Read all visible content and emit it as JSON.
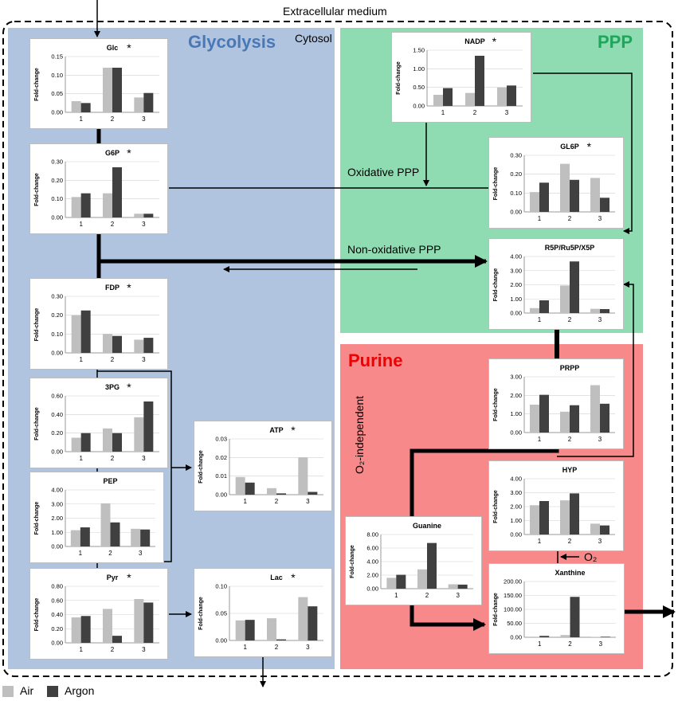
{
  "labels": {
    "extracellular": "Extracellular medium",
    "cytosol": "Cytosol",
    "glycolysis": "Glycolysis",
    "ppp": "PPP",
    "purine": "Purine",
    "oxidative_ppp": "Oxidative PPP",
    "non_oxidative_ppp": "Non-oxidative PPP",
    "o2_independent": "O₂-independent",
    "o2": "O₂"
  },
  "colors": {
    "glycolysis_bg": "#b0c4df",
    "ppp_bg": "#8fdcb2",
    "purine_bg": "#f7898b",
    "glycolysis_title": "#4a78b7",
    "ppp_title": "#1fa55c",
    "purine_title": "#f00000",
    "air": "#bfbfbf",
    "argon": "#404040"
  },
  "legend": [
    {
      "name": "Air",
      "color": "#bfbfbf"
    },
    {
      "name": "Argon",
      "color": "#404040"
    }
  ],
  "chart_data": [
    {
      "id": "glc",
      "type": "bar",
      "title": "Glc",
      "star": "*",
      "ylabel": "Fold-change",
      "categories": [
        "1",
        "2",
        "3"
      ],
      "ylim": [
        0,
        0.15
      ],
      "yticks": [
        "0.00",
        "0.05",
        "0.10",
        "0.15"
      ],
      "series": [
        {
          "name": "Air",
          "values": [
            0.03,
            0.12,
            0.04
          ]
        },
        {
          "name": "Argon",
          "values": [
            0.025,
            0.12,
            0.052
          ]
        }
      ]
    },
    {
      "id": "g6p",
      "type": "bar",
      "title": "G6P",
      "star": "*",
      "ylabel": "Fold-change",
      "categories": [
        "1",
        "2",
        "3"
      ],
      "ylim": [
        0,
        0.3
      ],
      "yticks": [
        "0.00",
        "0.10",
        "0.20",
        "0.30"
      ],
      "series": [
        {
          "name": "Air",
          "values": [
            0.11,
            0.13,
            0.02
          ]
        },
        {
          "name": "Argon",
          "values": [
            0.13,
            0.27,
            0.02
          ]
        }
      ]
    },
    {
      "id": "fdp",
      "type": "bar",
      "title": "FDP",
      "star": "*",
      "ylabel": "Fold-change",
      "categories": [
        "1",
        "2",
        "3"
      ],
      "ylim": [
        0,
        0.3
      ],
      "yticks": [
        "0.00",
        "0.10",
        "0.20",
        "0.30"
      ],
      "series": [
        {
          "name": "Air",
          "values": [
            0.2,
            0.1,
            0.07
          ]
        },
        {
          "name": "Argon",
          "values": [
            0.225,
            0.09,
            0.08
          ]
        }
      ]
    },
    {
      "id": "3pg",
      "type": "bar",
      "title": "3PG",
      "star": "*",
      "ylabel": "Fold-change",
      "categories": [
        "1",
        "2",
        "3"
      ],
      "ylim": [
        0,
        0.6
      ],
      "yticks": [
        "0.00",
        "0.20",
        "0.40",
        "0.60"
      ],
      "series": [
        {
          "name": "Air",
          "values": [
            0.15,
            0.25,
            0.37
          ]
        },
        {
          "name": "Argon",
          "values": [
            0.2,
            0.2,
            0.54
          ]
        }
      ]
    },
    {
      "id": "pep",
      "type": "bar",
      "title": "PEP",
      "star": "",
      "ylabel": "Fold-change",
      "categories": [
        "1",
        "2",
        "3"
      ],
      "ylim": [
        0,
        4
      ],
      "yticks": [
        "0.00",
        "1.00",
        "2.00",
        "3.00",
        "4.00"
      ],
      "series": [
        {
          "name": "Air",
          "values": [
            1.15,
            3.05,
            1.25
          ]
        },
        {
          "name": "Argon",
          "values": [
            1.35,
            1.7,
            1.2
          ]
        }
      ]
    },
    {
      "id": "pyr",
      "type": "bar",
      "title": "Pyr",
      "star": "*",
      "ylabel": "Fold-change",
      "categories": [
        "1",
        "2",
        "3"
      ],
      "ylim": [
        0,
        0.8
      ],
      "yticks": [
        "0.00",
        "0.20",
        "0.40",
        "0.60",
        "0.80"
      ],
      "series": [
        {
          "name": "Air",
          "values": [
            0.36,
            0.48,
            0.62
          ]
        },
        {
          "name": "Argon",
          "values": [
            0.38,
            0.1,
            0.57
          ]
        }
      ]
    },
    {
      "id": "atp",
      "type": "bar",
      "title": "ATP",
      "star": "*",
      "ylabel": "Fold-change",
      "categories": [
        "1",
        "2",
        "3"
      ],
      "ylim": [
        0,
        0.03
      ],
      "yticks": [
        "0.00",
        "0.01",
        "0.02",
        "0.03"
      ],
      "series": [
        {
          "name": "Air",
          "values": [
            0.0095,
            0.0035,
            0.02
          ]
        },
        {
          "name": "Argon",
          "values": [
            0.0065,
            0.0007,
            0.0015
          ]
        }
      ]
    },
    {
      "id": "lac",
      "type": "bar",
      "title": "Lac",
      "star": "*",
      "ylabel": "Fold-change",
      "categories": [
        "1",
        "2",
        "3"
      ],
      "ylim": [
        0,
        0.1
      ],
      "yticks": [
        "0.00",
        "0.05",
        "0.10"
      ],
      "series": [
        {
          "name": "Air",
          "values": [
            0.037,
            0.041,
            0.08
          ]
        },
        {
          "name": "Argon",
          "values": [
            0.038,
            0.002,
            0.063
          ]
        }
      ]
    },
    {
      "id": "nadp",
      "type": "bar",
      "title": "NADP",
      "star": "*",
      "ylabel": "Fold-change",
      "categories": [
        "1",
        "2",
        "3"
      ],
      "ylim": [
        0,
        1.5
      ],
      "yticks": [
        "0.00",
        "0.50",
        "1.00",
        "1.50"
      ],
      "series": [
        {
          "name": "Air",
          "values": [
            0.3,
            0.35,
            0.5
          ]
        },
        {
          "name": "Argon",
          "values": [
            0.48,
            1.35,
            0.55
          ]
        }
      ]
    },
    {
      "id": "gl6p",
      "type": "bar",
      "title": "GL6P",
      "star": "*",
      "ylabel": "Fold-change",
      "categories": [
        "1",
        "2",
        "3"
      ],
      "ylim": [
        0,
        0.3
      ],
      "yticks": [
        "0.00",
        "0.10",
        "0.20",
        "0.30"
      ],
      "series": [
        {
          "name": "Air",
          "values": [
            0.105,
            0.255,
            0.18
          ]
        },
        {
          "name": "Argon",
          "values": [
            0.155,
            0.17,
            0.075
          ]
        }
      ]
    },
    {
      "id": "r5p",
      "type": "bar",
      "title": "R5P/Ru5P/X5P",
      "star": "",
      "ylabel": "Fold-change",
      "categories": [
        "1",
        "2",
        "3"
      ],
      "ylim": [
        0,
        4
      ],
      "yticks": [
        "0.00",
        "1.00",
        "2.00",
        "3.00",
        "4.00"
      ],
      "series": [
        {
          "name": "Air",
          "values": [
            0.35,
            1.95,
            0.3
          ]
        },
        {
          "name": "Argon",
          "values": [
            0.9,
            3.65,
            0.28
          ]
        }
      ]
    },
    {
      "id": "prpp",
      "type": "bar",
      "title": "PRPP",
      "star": "",
      "ylabel": "Fold-change",
      "categories": [
        "1",
        "2",
        "3"
      ],
      "ylim": [
        0,
        3
      ],
      "yticks": [
        "0.00",
        "1.00",
        "2.00",
        "3.00"
      ],
      "series": [
        {
          "name": "Air",
          "values": [
            1.5,
            1.12,
            2.55
          ]
        },
        {
          "name": "Argon",
          "values": [
            2.03,
            1.47,
            1.55
          ]
        }
      ]
    },
    {
      "id": "hyp",
      "type": "bar",
      "title": "HYP",
      "star": "",
      "ylabel": "Fold-change",
      "categories": [
        "1",
        "2",
        "3"
      ],
      "ylim": [
        0,
        4
      ],
      "yticks": [
        "0.00",
        "1.00",
        "2.00",
        "3.00",
        "4.00"
      ],
      "series": [
        {
          "name": "Air",
          "values": [
            2.1,
            2.45,
            0.78
          ]
        },
        {
          "name": "Argon",
          "values": [
            2.4,
            2.95,
            0.65
          ]
        }
      ]
    },
    {
      "id": "guanine",
      "type": "bar",
      "title": "Guanine",
      "star": "",
      "ylabel": "Fold-change",
      "categories": [
        "1",
        "2",
        "3"
      ],
      "ylim": [
        0,
        8
      ],
      "yticks": [
        "0.00",
        "2.00",
        "4.00",
        "6.00",
        "8.00"
      ],
      "series": [
        {
          "name": "Air",
          "values": [
            1.6,
            2.85,
            0.65
          ]
        },
        {
          "name": "Argon",
          "values": [
            2.05,
            6.75,
            0.6
          ]
        }
      ]
    },
    {
      "id": "xanthine",
      "type": "bar",
      "title": "Xanthine",
      "star": "",
      "ylabel": "Fold-change",
      "categories": [
        "1",
        "2",
        "3"
      ],
      "ylim": [
        0,
        200
      ],
      "yticks": [
        "0.00",
        "50.00",
        "100.00",
        "150.00",
        "200.00"
      ],
      "series": [
        {
          "name": "Air",
          "values": [
            2,
            8,
            1.5
          ]
        },
        {
          "name": "Argon",
          "values": [
            5,
            145,
            2
          ]
        }
      ]
    }
  ]
}
